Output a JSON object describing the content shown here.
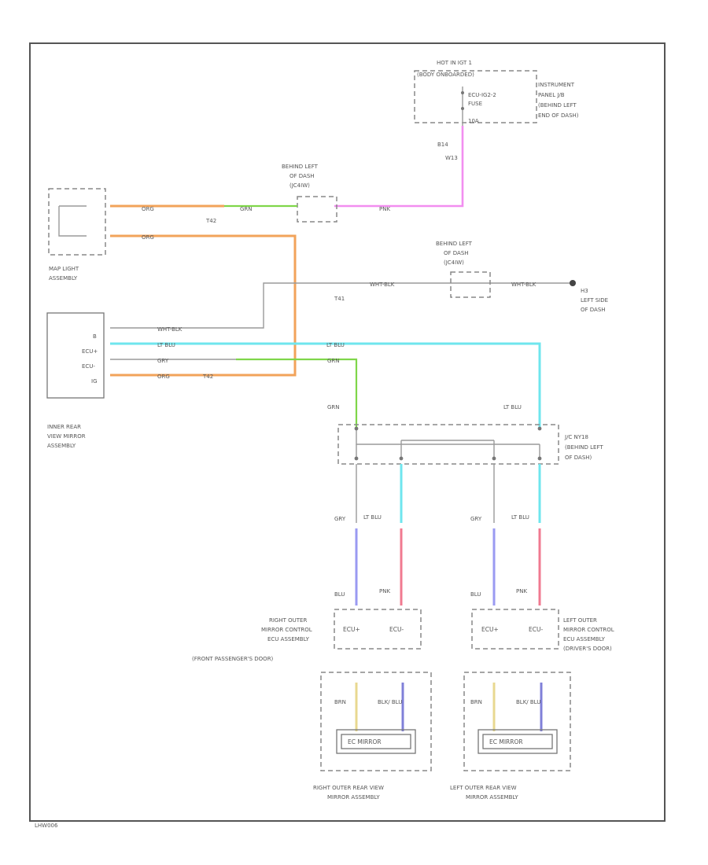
{
  "diagram": {
    "footer_code": "LHW006",
    "hot_at_all_times": "HOT IN IGT 1",
    "relay_block": "(BODY ONBOARDED)",
    "fuse_label_1": "ECU-IG2-2",
    "fuse_label_2": "FUSE",
    "fuse_amp": "10A",
    "instrument_panel": [
      "INSTRUMENT",
      "PANEL J/B",
      "(BEHIND LEFT",
      "END OF DASH)"
    ],
    "b1": "B14",
    "b2": "W13",
    "behind_left_dash_1": [
      "BEHIND LEFT",
      "OF DASH",
      "(JC4IW)"
    ],
    "behind_left_dash_2": [
      "BEHIND LEFT",
      "OF DASH",
      "(JC4IW)"
    ],
    "map_light": [
      "MAP LIGHT",
      "ASSEMBLY"
    ],
    "inner_mirror": [
      "INNER REAR",
      "VIEW MIRROR",
      "ASSEMBLY"
    ],
    "ground": [
      "H3",
      "LEFT SIDE",
      "OF DASH"
    ],
    "junction": [
      "J/C NY18",
      "(BEHIND LEFT",
      "OF DASH)"
    ],
    "right_ecu": [
      "RIGHT OUTER",
      "MIRROR CONTROL",
      "ECU ASSEMBLY",
      "(FRONT PASSENGER'S DOOR)"
    ],
    "left_ecu": [
      "LEFT OUTER",
      "MIRROR CONTROL",
      "ECU ASSEMBLY",
      "(DRIVER'S DOOR)"
    ],
    "right_mirror": [
      "RIGHT OUTER REAR VIEW",
      "MIRROR ASSEMBLY"
    ],
    "left_mirror": [
      "LEFT OUTER REAR VIEW",
      "MIRROR ASSEMBLY"
    ],
    "ec_mirror": "EC MIRROR",
    "wire_labels": {
      "org1": "ORG",
      "grn1": "GRN",
      "org2": "ORG",
      "pnk": "PNK",
      "wht_blk1": "WHT-BLK",
      "wht_blk2": "WHT-BLK",
      "wht_blk3": "WHT-BLK",
      "lt_blu1": "LT BLU",
      "lt_blu2": "LT BLU",
      "gry1": "GRY",
      "grn2": "GRN",
      "org3": "ORG",
      "grn3": "GRN",
      "lt_blu3": "LT BLU",
      "gry2": "GRY",
      "lt_blu4": "LT BLU",
      "gry3": "GRY",
      "lt_blu5": "LT BLU",
      "blu1": "BLU",
      "pnk2": "PNK",
      "blu2": "BLU",
      "pnk3": "PNK",
      "brn1": "BRN",
      "blk_blu1": "BLK/ BLU",
      "brn2": "BRN",
      "blk_blu2": "BLK/ BLU"
    },
    "connector_labels": {
      "t42a": "T42",
      "t42b": "T42",
      "t41": "T41",
      "ecu_plus_r": "ECU+",
      "ecu_minus_r": "ECU-",
      "ecu_plus_l": "ECU+",
      "ecu_minus_l": "ECU-",
      "mir_b": "B",
      "mir_ecu_plus": "ECU+",
      "mir_ecu_minus": "ECU-",
      "mir_ig": "IG"
    }
  }
}
